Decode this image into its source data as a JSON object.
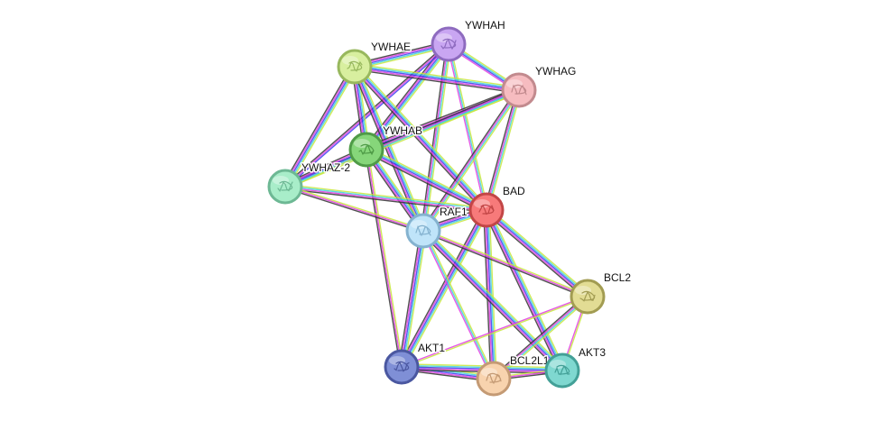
{
  "network": {
    "nodes": [
      {
        "id": "YWHAH",
        "label": "YWHAH",
        "fill": "#c9a6f2",
        "ring": "#8e6bbf",
        "icon": "protein-structure-icon"
      },
      {
        "id": "YWHAE",
        "label": "YWHAE",
        "fill": "#d8ef9f",
        "ring": "#98b85e",
        "icon": "protein-structure-icon"
      },
      {
        "id": "YWHAG",
        "label": "YWHAG",
        "fill": "#f6bcc0",
        "ring": "#c28a8e",
        "icon": "protein-structure-icon"
      },
      {
        "id": "YWHAB",
        "label": "YWHAB",
        "fill": "#86d67a",
        "ring": "#4f9b47",
        "icon": "protein-structure-icon"
      },
      {
        "id": "YWHAZ-2",
        "label": "YWHAZ-2",
        "fill": "#a8edc9",
        "ring": "#6db894",
        "icon": "protein-structure-icon"
      },
      {
        "id": "BAD",
        "label": "BAD",
        "fill": "#f77a7a",
        "ring": "#c24646",
        "icon": "protein-structure-icon"
      },
      {
        "id": "RAF1",
        "label": "RAF1",
        "fill": "#bfe4f9",
        "ring": "#84b2cf",
        "icon": "protein-structure-icon"
      },
      {
        "id": "BCL2",
        "label": "BCL2",
        "fill": "#e2dc94",
        "ring": "#a29c52",
        "icon": "protein-structure-icon"
      },
      {
        "id": "AKT1",
        "label": "AKT1",
        "fill": "#7f8fd6",
        "ring": "#4a57a0",
        "icon": "protein-structure-icon"
      },
      {
        "id": "BCL2L1",
        "label": "BCL2L1",
        "fill": "#f8d3ae",
        "ring": "#c49a74",
        "icon": "protein-structure-icon"
      },
      {
        "id": "AKT3",
        "label": "AKT3",
        "fill": "#7fd8d0",
        "ring": "#43a097",
        "icon": "protein-structure-icon"
      }
    ],
    "edges": [
      {
        "source": "YWHAH",
        "target": "YWHAE",
        "colors": [
          "#c8e63c",
          "#3cd4dc",
          "#3c3cf0",
          "#e03ce0",
          "#333333"
        ]
      },
      {
        "source": "YWHAH",
        "target": "YWHAG",
        "colors": [
          "#c8e63c",
          "#3cd4dc",
          "#3c3cf0",
          "#e03ce0"
        ]
      },
      {
        "source": "YWHAH",
        "target": "YWHAB",
        "colors": [
          "#c8e63c",
          "#3cd4dc",
          "#3c3cf0",
          "#e03ce0",
          "#333333"
        ]
      },
      {
        "source": "YWHAH",
        "target": "YWHAZ-2",
        "colors": [
          "#3c3cf0",
          "#e03ce0",
          "#333333"
        ]
      },
      {
        "source": "YWHAH",
        "target": "BAD",
        "colors": [
          "#c8e63c",
          "#3cd4dc",
          "#e03ce0"
        ]
      },
      {
        "source": "YWHAH",
        "target": "RAF1",
        "colors": [
          "#c8e63c",
          "#3cd4dc",
          "#e03ce0",
          "#333333"
        ]
      },
      {
        "source": "YWHAE",
        "target": "YWHAG",
        "colors": [
          "#c8e63c",
          "#3cd4dc",
          "#3c3cf0",
          "#e03ce0",
          "#333333"
        ]
      },
      {
        "source": "YWHAE",
        "target": "YWHAB",
        "colors": [
          "#c8e63c",
          "#3cd4dc",
          "#3c3cf0",
          "#e03ce0",
          "#333333"
        ]
      },
      {
        "source": "YWHAE",
        "target": "YWHAZ-2",
        "colors": [
          "#c8e63c",
          "#3cd4dc",
          "#3c3cf0",
          "#e03ce0",
          "#333333"
        ]
      },
      {
        "source": "YWHAE",
        "target": "BAD",
        "colors": [
          "#c8e63c",
          "#3cd4dc",
          "#3c3cf0",
          "#e03ce0",
          "#333333"
        ]
      },
      {
        "source": "YWHAE",
        "target": "RAF1",
        "colors": [
          "#c8e63c",
          "#3cd4dc",
          "#3c3cf0",
          "#e03ce0",
          "#333333"
        ]
      },
      {
        "source": "YWHAG",
        "target": "YWHAB",
        "colors": [
          "#c8e63c",
          "#3cd4dc",
          "#3c3cf0",
          "#e03ce0",
          "#333333"
        ]
      },
      {
        "source": "YWHAG",
        "target": "YWHAZ-2",
        "colors": [
          "#c8e63c",
          "#3cd4dc",
          "#e03ce0",
          "#333333"
        ]
      },
      {
        "source": "YWHAG",
        "target": "BAD",
        "colors": [
          "#c8e63c",
          "#3cd4dc",
          "#e03ce0",
          "#333333"
        ]
      },
      {
        "source": "YWHAG",
        "target": "RAF1",
        "colors": [
          "#c8e63c",
          "#3cd4dc",
          "#e03ce0",
          "#333333"
        ]
      },
      {
        "source": "YWHAB",
        "target": "YWHAZ-2",
        "colors": [
          "#c8e63c",
          "#3cd4dc",
          "#3c3cf0",
          "#e03ce0",
          "#333333"
        ]
      },
      {
        "source": "YWHAB",
        "target": "BAD",
        "colors": [
          "#c8e63c",
          "#3cd4dc",
          "#3c3cf0",
          "#e03ce0",
          "#333333"
        ]
      },
      {
        "source": "YWHAB",
        "target": "RAF1",
        "colors": [
          "#c8e63c",
          "#3cd4dc",
          "#3c3cf0",
          "#e03ce0",
          "#333333"
        ]
      },
      {
        "source": "YWHAB",
        "target": "AKT1",
        "colors": [
          "#c8e63c",
          "#e03ce0",
          "#333333"
        ]
      },
      {
        "source": "YWHAZ-2",
        "target": "BAD",
        "colors": [
          "#c8e63c",
          "#3cd4dc",
          "#e03ce0",
          "#333333"
        ]
      },
      {
        "source": "YWHAZ-2",
        "target": "RAF1",
        "colors": [
          "#c8e63c",
          "#e03ce0",
          "#333333"
        ]
      },
      {
        "source": "BAD",
        "target": "RAF1",
        "colors": [
          "#c8e63c",
          "#3cd4dc",
          "#3c3cf0",
          "#e03ce0",
          "#333333"
        ]
      },
      {
        "source": "BAD",
        "target": "BCL2",
        "colors": [
          "#c8e63c",
          "#3cd4dc",
          "#3c3cf0",
          "#e03ce0",
          "#333333"
        ]
      },
      {
        "source": "BAD",
        "target": "AKT1",
        "colors": [
          "#c8e63c",
          "#3cd4dc",
          "#3c3cf0",
          "#e03ce0",
          "#333333"
        ]
      },
      {
        "source": "BAD",
        "target": "BCL2L1",
        "colors": [
          "#c8e63c",
          "#3cd4dc",
          "#3c3cf0",
          "#e03ce0",
          "#333333"
        ]
      },
      {
        "source": "BAD",
        "target": "AKT3",
        "colors": [
          "#c8e63c",
          "#3cd4dc",
          "#3c3cf0",
          "#e03ce0",
          "#333333"
        ]
      },
      {
        "source": "RAF1",
        "target": "BCL2",
        "colors": [
          "#c8e63c",
          "#e03ce0",
          "#333333"
        ]
      },
      {
        "source": "RAF1",
        "target": "AKT1",
        "colors": [
          "#c8e63c",
          "#3cd4dc",
          "#3c3cf0",
          "#e03ce0",
          "#333333"
        ]
      },
      {
        "source": "RAF1",
        "target": "BCL2L1",
        "colors": [
          "#c8e63c",
          "#3cd4dc",
          "#e03ce0"
        ]
      },
      {
        "source": "RAF1",
        "target": "AKT3",
        "colors": [
          "#c8e63c",
          "#3cd4dc",
          "#3c3cf0",
          "#e03ce0",
          "#333333"
        ]
      },
      {
        "source": "BCL2",
        "target": "AKT1",
        "colors": [
          "#c8e63c",
          "#e03ce0"
        ]
      },
      {
        "source": "BCL2",
        "target": "BCL2L1",
        "colors": [
          "#c8e63c",
          "#3cd4dc",
          "#e03ce0",
          "#333333"
        ]
      },
      {
        "source": "BCL2",
        "target": "AKT3",
        "colors": [
          "#c8e63c",
          "#e03ce0"
        ]
      },
      {
        "source": "AKT1",
        "target": "BCL2L1",
        "colors": [
          "#c8e63c",
          "#3cd4dc",
          "#3c3cf0",
          "#e03ce0",
          "#333333"
        ]
      },
      {
        "source": "AKT1",
        "target": "AKT3",
        "colors": [
          "#c8e63c",
          "#3cd4dc",
          "#3c3cf0",
          "#e03ce0",
          "#333333"
        ]
      },
      {
        "source": "BCL2L1",
        "target": "AKT3",
        "colors": [
          "#c8e63c",
          "#e03ce0",
          "#333333"
        ]
      }
    ]
  }
}
